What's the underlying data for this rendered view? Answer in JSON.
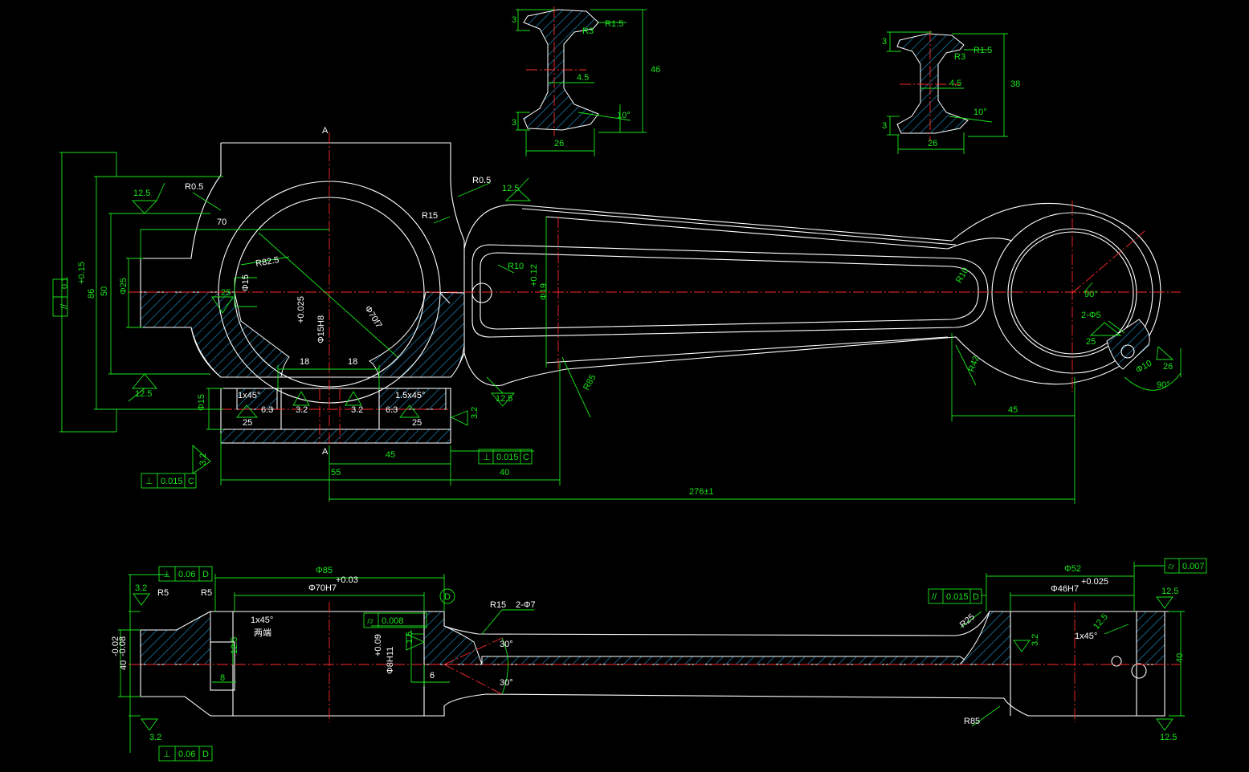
{
  "colors": {
    "background": "#000000",
    "outline": "#ffffff",
    "dimension": "#19e619",
    "centerline": "#ff2a2a",
    "hatch": "#1a9ad6"
  },
  "labels": {
    "sec1": [
      "3",
      "R1.5",
      "R3",
      "4.5",
      "46",
      "10°",
      "3",
      "26"
    ],
    "sec2": [
      "3",
      "R1.5",
      "R3",
      "4.5",
      "38",
      "10°",
      "3",
      "26"
    ],
    "top": {
      "A1": "A",
      "A2": "A",
      "r05a": "R0.5",
      "r05b": "R0.5",
      "r15": "R15",
      "r10": "R10",
      "r10b": "R10",
      "r42": "R42",
      "r85": "R85",
      "d70": "70",
      "r825": "R82.5",
      "phi70": "Φ70f7",
      "phi15": "Φ15",
      "phi15h8": "Φ15H8",
      "phi15tol": "+0.025",
      "dim25": "25",
      "phi25": "Φ25",
      "phi15b": "Φ15",
      "v86": "86",
      "v86tol": "+0.15",
      "v50": "50",
      "ra125a": "12.5",
      "ra125b": "12.5",
      "ra125c": "12.5",
      "ra125d": "12.5",
      "ra32": "3.2",
      "ra32b": "3.2",
      "f18a": "18",
      "f18b": "18",
      "c1": "1x45°",
      "c15": "1.5x45°",
      "s25a": "25",
      "s63a": "6.3",
      "s32a": "3.2",
      "s32b": "3.2",
      "s63b": "6.3",
      "s25b": "25",
      "phi19": "Φ19",
      "phi19tol": "+0.12",
      "s90a": "90°",
      "s2phi5": "2-Φ5",
      "s25c": "25",
      "phi10": "Φ10",
      "s26": "26",
      "s90b": "90°",
      "d45a": "45",
      "d45b": "45",
      "d55": "55",
      "d40": "40",
      "d276": "276±1",
      "tol1": [
        "⊥",
        "0.015",
        "C"
      ],
      "tol2": [
        "⊥",
        "0.015",
        "C"
      ],
      "tol3": [
        "//",
        "0.1"
      ]
    },
    "bottom": {
      "phi85": "Φ85",
      "phi70h7": "Φ70H7",
      "phi70tol": "+0.03",
      "d": "D",
      "tolA": [
        "⊥",
        "0.06",
        "D"
      ],
      "tolB": [
        "⊥",
        "0.06",
        "D"
      ],
      "tolC": [
        "⌭",
        "0.008"
      ],
      "tolD": [
        "//",
        "0.015",
        "D"
      ],
      "tolE": [
        "⌭",
        "0.007"
      ],
      "ra32a": "3.2",
      "ra32b": "3.2",
      "ra16": "1.6",
      "ra125a": "12.5",
      "ra125b": "12.5",
      "ra125c": "12.5",
      "ra32c": "3.2",
      "r5a": "R5",
      "r5b": "R5",
      "c1": "1x45°",
      "c1note": "两端",
      "c1b": "1x45°",
      "w40": "40",
      "w40tol": "-0.02",
      "w40tol2": "-0.08",
      "s125": "12.5",
      "s8": "8",
      "phi8h11": "Φ8H11",
      "phi8tol": "+0.09",
      "s6": "6",
      "r15": "R15",
      "s2phi7": "2-Φ7",
      "a30a": "30°",
      "a30b": "30°",
      "r25": "R25",
      "r85": "R85",
      "phi52": "Φ52",
      "phi46h7": "Φ46H7",
      "phi46tol": "+0.025",
      "w40b": "40"
    }
  }
}
